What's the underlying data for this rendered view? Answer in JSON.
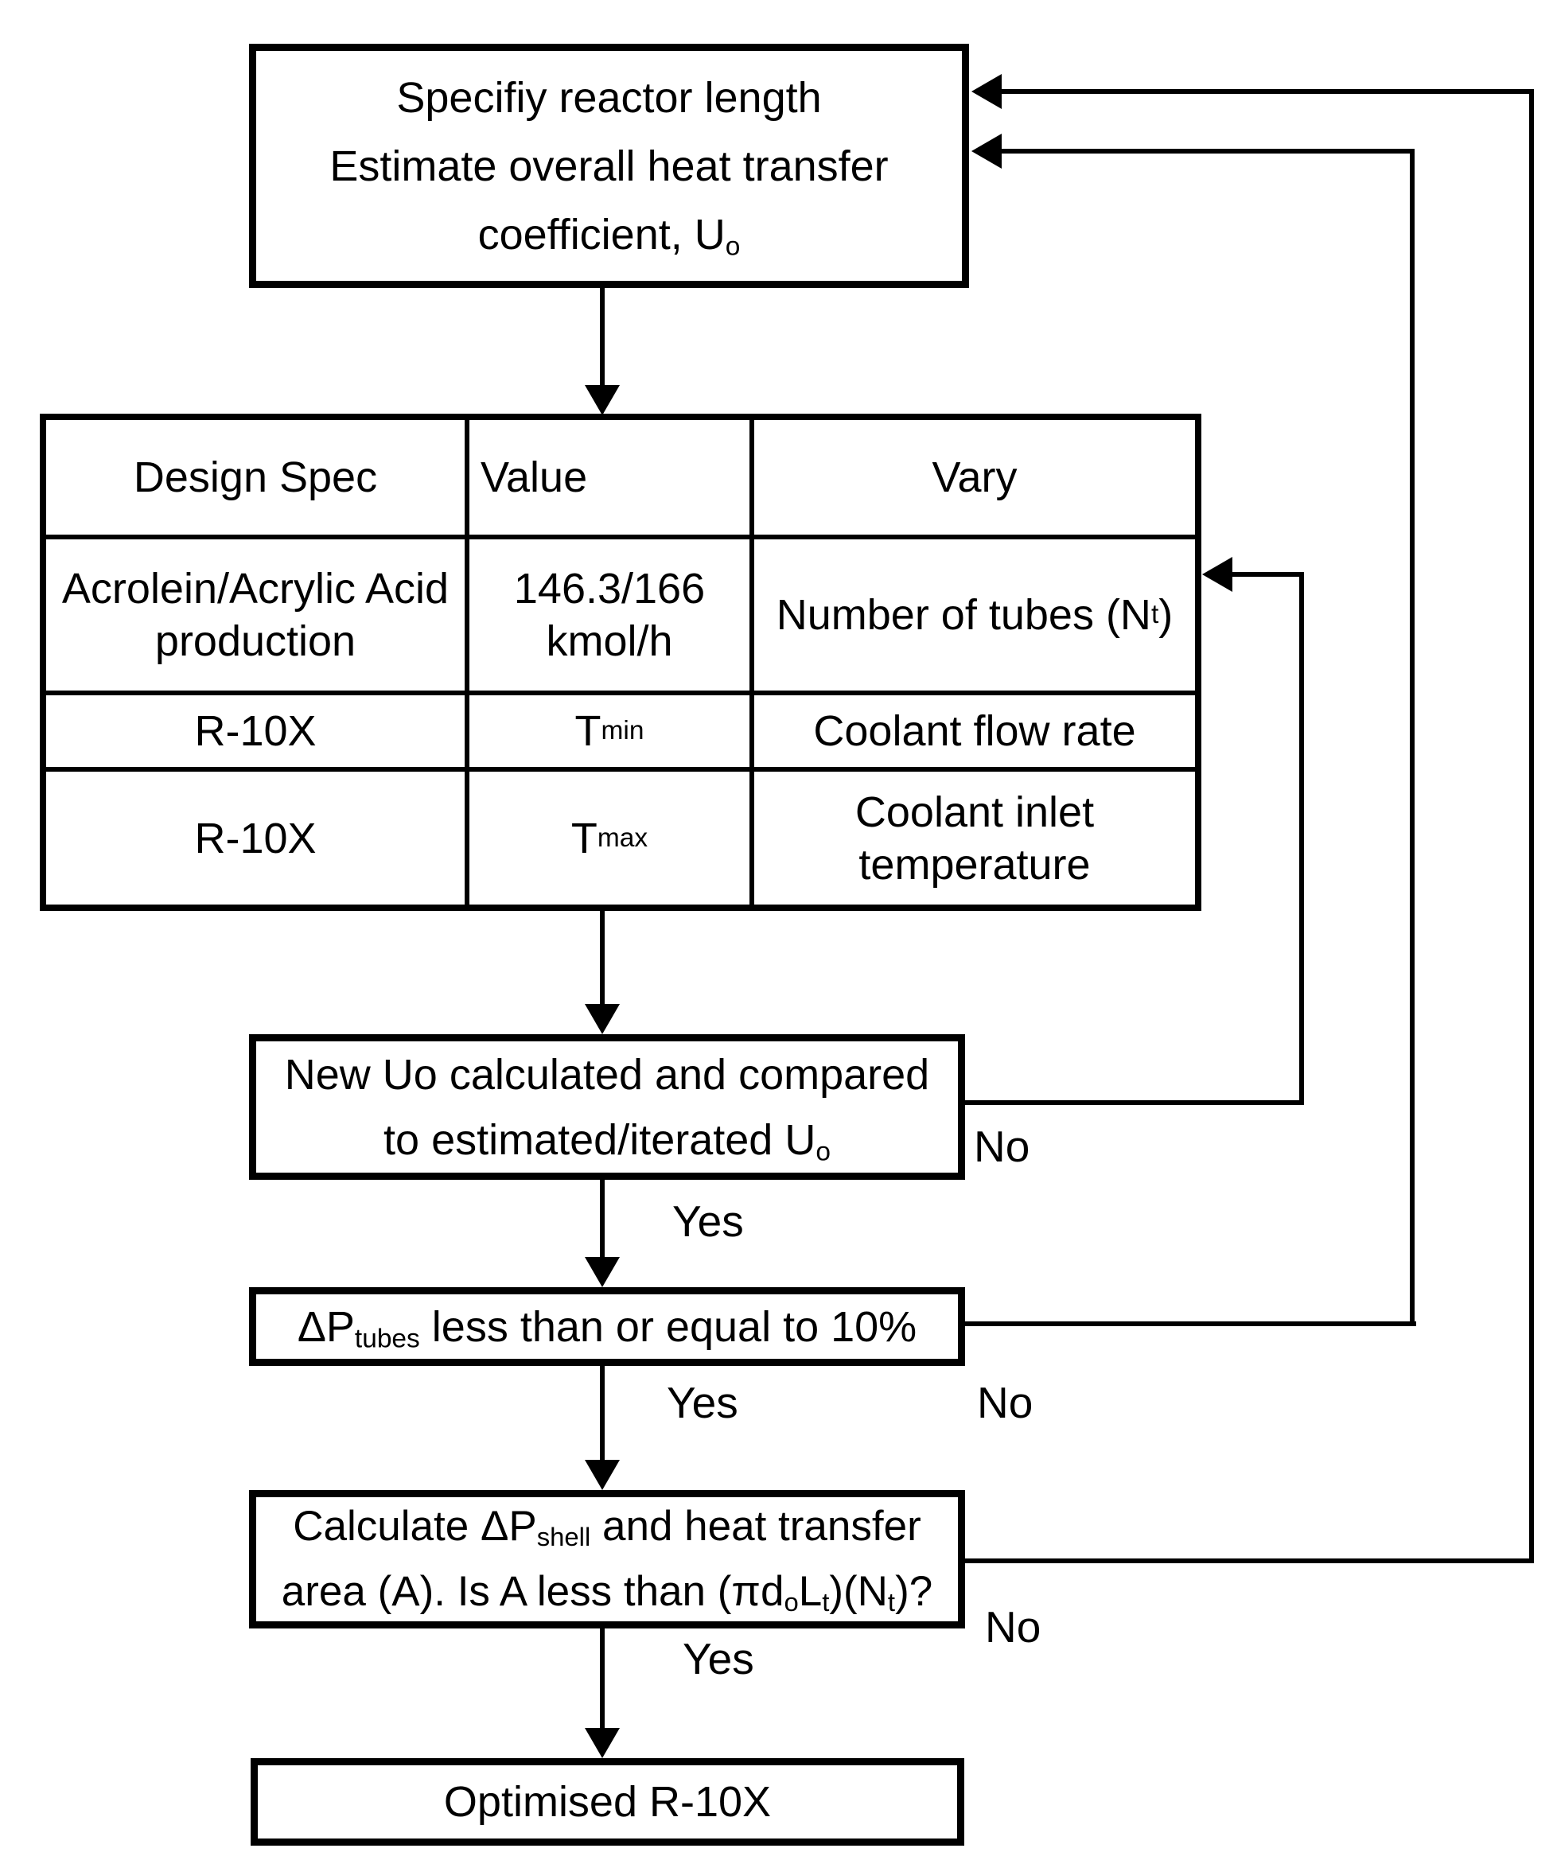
{
  "colors": {
    "ink": "#000000",
    "background": "#ffffff"
  },
  "specify_box": {
    "lines": [
      [
        {
          "t": "Specifiy reactor length"
        }
      ],
      [
        {
          "t": "Estimate overall heat transfer"
        }
      ],
      [
        {
          "t": "coefficient, U"
        },
        {
          "t": "o",
          "sub": true
        }
      ]
    ]
  },
  "table": {
    "headers": [
      [
        {
          "t": "Design Spec"
        }
      ],
      [
        {
          "t": "Value"
        }
      ],
      [
        {
          "t": "Vary"
        }
      ]
    ],
    "rows": [
      {
        "cells": [
          [
            {
              "t": "Acrolein/Acrylic Acid production"
            }
          ],
          [
            {
              "t": "146.3/166 kmol/h"
            }
          ],
          [
            {
              "t": "Number of tubes (N"
            },
            {
              "t": "t",
              "sub": true
            },
            {
              "t": ")"
            }
          ]
        ]
      },
      {
        "cells": [
          [
            {
              "t": "R-10X"
            }
          ],
          [
            {
              "t": "T"
            },
            {
              "t": "min",
              "sub": true
            }
          ],
          [
            {
              "t": "Coolant flow rate"
            }
          ]
        ]
      },
      {
        "cells": [
          [
            {
              "t": "R-10X"
            }
          ],
          [
            {
              "t": "T"
            },
            {
              "t": "max",
              "sub": true
            }
          ],
          [
            {
              "t": "Coolant inlet temperature"
            }
          ]
        ]
      }
    ]
  },
  "uo_box": {
    "lines": [
      [
        {
          "t": "New Uo calculated and compared"
        }
      ],
      [
        {
          "t": "to estimated/iterated U"
        },
        {
          "t": "o",
          "sub": true
        }
      ]
    ]
  },
  "dp_box": {
    "lines": [
      [
        {
          "t": "ΔP"
        },
        {
          "t": "tubes",
          "sub": true
        },
        {
          "t": " less than or equal to 10%"
        }
      ]
    ]
  },
  "calc_box": {
    "lines": [
      [
        {
          "t": "Calculate ΔP"
        },
        {
          "t": "shell",
          "sub": true
        },
        {
          "t": " and heat transfer"
        }
      ],
      [
        {
          "t": "area (A). Is A less than (πd"
        },
        {
          "t": "o",
          "sub": true
        },
        {
          "t": "L"
        },
        {
          "t": "t",
          "sub": true
        },
        {
          "t": ")(N"
        },
        {
          "t": "t",
          "sub": true
        },
        {
          "t": ")?"
        }
      ]
    ]
  },
  "opt_box": {
    "lines": [
      [
        {
          "t": "Optimised R-10X"
        }
      ]
    ]
  },
  "decision_labels": {
    "uo_no": "No",
    "uo_yes": "Yes",
    "dp_yes": "Yes",
    "dp_no": "No",
    "calc_yes": "Yes",
    "calc_no": "No"
  }
}
